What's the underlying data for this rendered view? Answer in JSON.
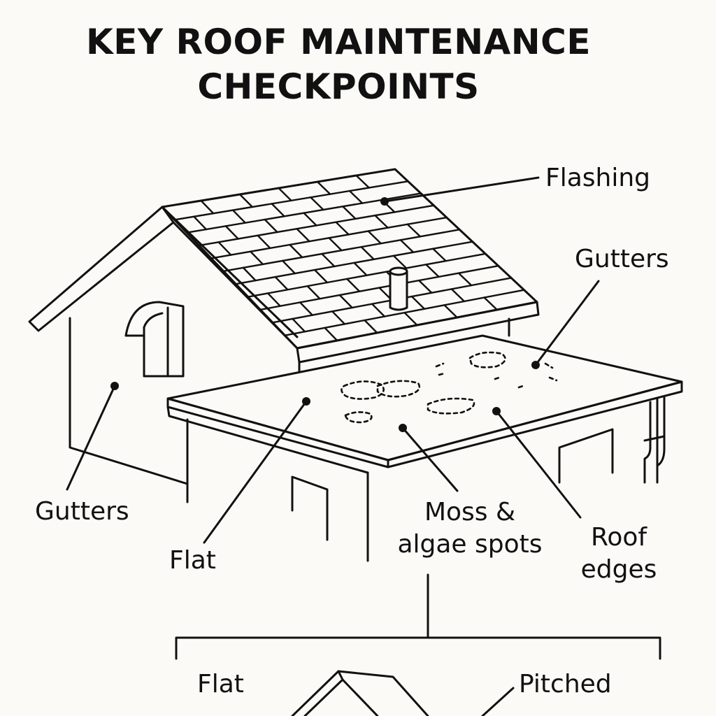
{
  "title": {
    "line1": "KEY ROOF MAINTENANCE",
    "line2": "CHECKPOINTS"
  },
  "labels": {
    "flashing": "Flashing",
    "gutters_right": "Gutters",
    "gutters_left": "Gutters",
    "flat_main": "Flat",
    "moss_line1": "Moss &",
    "moss_line2": "algae spots",
    "roof_edges_line1": "Roof",
    "roof_edges_line2": "edges",
    "flat_bottom": "Flat",
    "pitched_bottom": "Pitched"
  },
  "colors": {
    "background": "#fbfaf6",
    "ink": "#111111"
  }
}
